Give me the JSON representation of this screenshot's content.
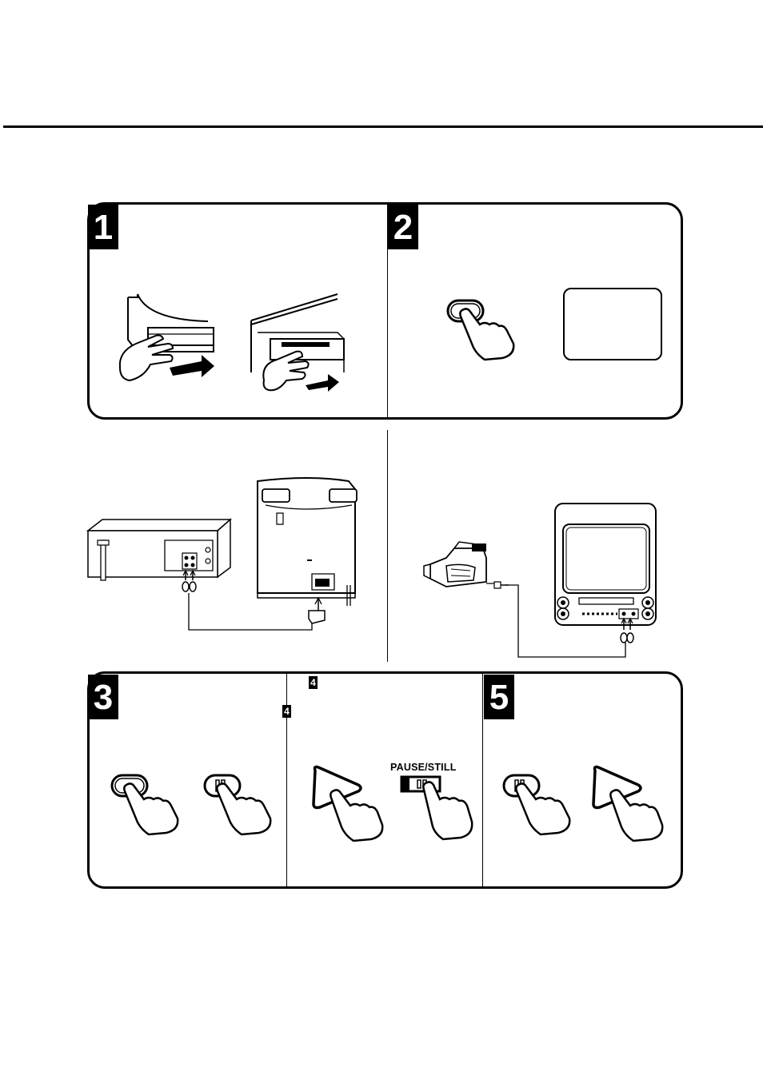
{
  "steps": {
    "one": "1",
    "two": "2",
    "three": "3",
    "four": "4",
    "four_b": "4",
    "five": "5"
  },
  "labels": {
    "pause_still": "PAUSE/STILL"
  },
  "icons": {
    "hand": "pointing-hand-icon",
    "play": "play-button-icon",
    "pause": "pause-button-icon",
    "oval": "oval-button-icon"
  }
}
